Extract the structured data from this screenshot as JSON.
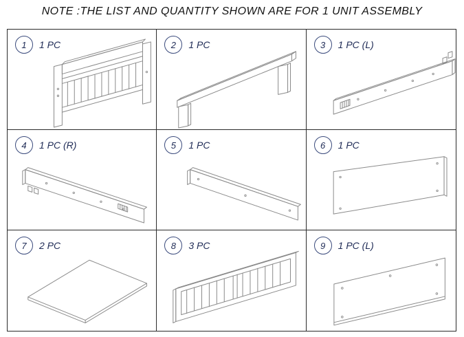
{
  "note": "NOTE :THE LIST AND QUANTITY SHOWN ARE FOR 1 UNIT ASSEMBLY",
  "colors": {
    "ink": "#1e2a55",
    "circle": "#3a4a7c",
    "line": "#8a8a8a",
    "border": "#2a2a2a"
  },
  "parts": [
    {
      "number": "1",
      "qty": "1 PC",
      "drawing": "headboard-icon"
    },
    {
      "number": "2",
      "qty": "1 PC",
      "drawing": "footboard-rail-icon"
    },
    {
      "number": "3",
      "qty": "1 PC (L)",
      "drawing": "side-rail-left-icon"
    },
    {
      "number": "4",
      "qty": "1 PC (R)",
      "drawing": "side-rail-right-icon"
    },
    {
      "number": "5",
      "qty": "1 PC",
      "drawing": "narrow-plank-icon"
    },
    {
      "number": "6",
      "qty": "1 PC",
      "drawing": "flat-panel-icon"
    },
    {
      "number": "7",
      "qty": "2 PC",
      "drawing": "board-panel-icon"
    },
    {
      "number": "8",
      "qty": "3 PC",
      "drawing": "slatted-guard-icon"
    },
    {
      "number": "9",
      "qty": "1 PC (L)",
      "drawing": "back-panel-icon"
    }
  ]
}
